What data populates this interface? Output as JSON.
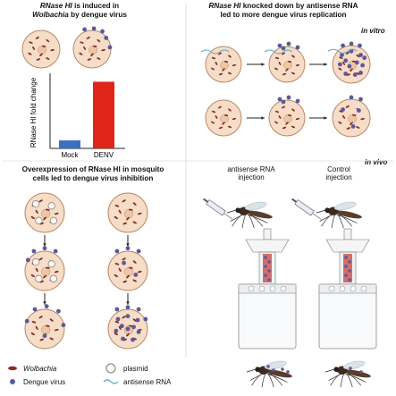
{
  "panel_a": {
    "title_italic": "RNase HI",
    "title_rest": " is induced in",
    "title_line2_italic": "Wolbachia",
    "title_line2_rest": " by dengue virus",
    "ylabel": "RNase HI fold change"
  },
  "chart_data": {
    "type": "bar",
    "categories": [
      "Mock",
      "DENV"
    ],
    "values": [
      0.12,
      1.0
    ],
    "bar_colors": [
      "#3b6fc4",
      "#e0251b"
    ],
    "ylabel": "RNase HI fold change",
    "ylim": [
      0,
      1.1
    ]
  },
  "panel_b": {
    "title_italic": "RNase HI",
    "title_rest": " knocked down by antisense RNA",
    "title_line2": "led to more dengue virus replication",
    "tag": "in vitro"
  },
  "panel_c": {
    "title_line1": "Overexpression of RNase HI in mosquito",
    "title_line2": "cells led to dengue virus inhibition"
  },
  "panel_d": {
    "tag": "in vivo",
    "left_label_line1": "antisense RNA",
    "left_label_line2": "injection",
    "right_label_line1": "Control",
    "right_label_line2": "injection"
  },
  "legend": {
    "wolbachia": "Wolbachia",
    "dengue": "Dengue virus",
    "plasmid": "plasmid",
    "antisense": "antisense RNA"
  },
  "colors": {
    "cell_fill": "#f6ddc8",
    "cell_stroke": "#b98866",
    "wolbachia": "#8b2b25",
    "virus": "#5a5a9a",
    "antisense": "#58a9c2"
  }
}
